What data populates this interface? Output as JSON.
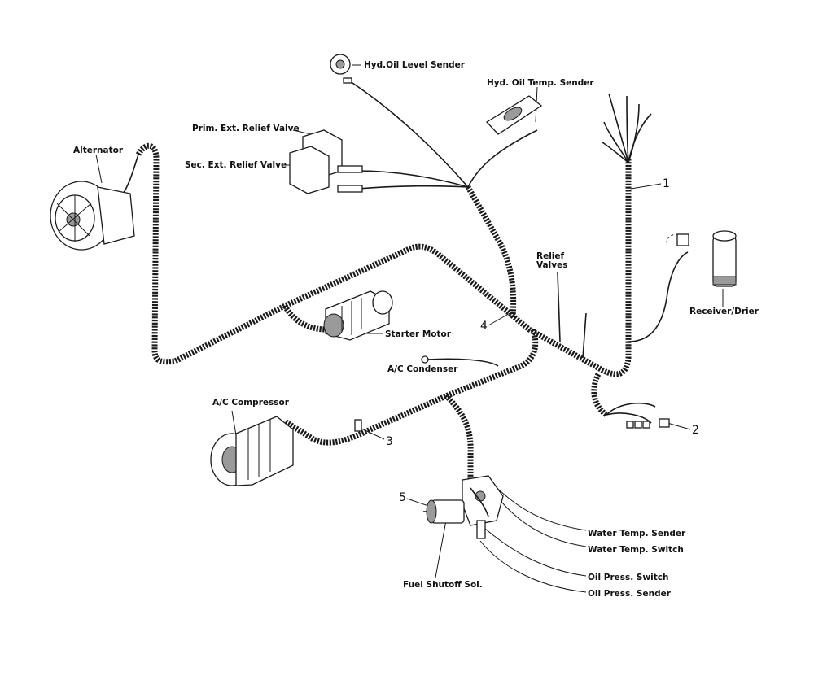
{
  "labels": {
    "hyd_oil_level_sender": "Hyd.Oil Level Sender",
    "hyd_oil_temp_sender": "Hyd. Oil Temp. Sender",
    "prim_ext_relief_valve": "Prim. Ext. Relief Valve",
    "sec_ext_relief_valve": "Sec. Ext. Relief Valve",
    "alternator": "Alternator",
    "relief_valves_line1": "Relief",
    "relief_valves_line2": "Valves",
    "starter_motor": "Starter Motor",
    "receiver_drier": "Receiver/Drier",
    "ac_condenser": "A/C Condenser",
    "ac_compressor": "A/C Compressor",
    "water_temp_sender": "Water Temp. Sender",
    "water_temp_switch": "Water Temp. Switch",
    "oil_press_switch": "Oil Press. Switch",
    "oil_press_sender": "Oil Press. Sender",
    "fuel_shutoff_sol": "Fuel Shutoff Sol."
  },
  "callouts": {
    "c1": "1",
    "c2": "2",
    "c3": "3",
    "c4": "4",
    "c5": "5"
  }
}
